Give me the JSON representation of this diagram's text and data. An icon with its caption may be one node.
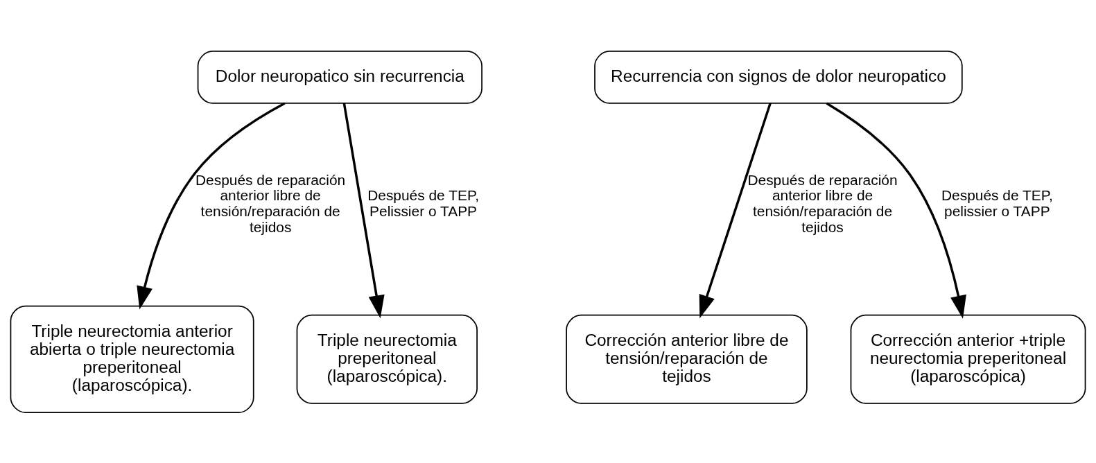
{
  "diagram": {
    "nodes": [
      {
        "text": [
          "Dolor neuropatico sin recurrencia"
        ]
      },
      {
        "text": [
          "Recurrencia con signos de dolor neuropatico"
        ]
      },
      {
        "text": [
          "Triple neurectomia anterior abierta o triple neurectomia preperitoneal (laparoscópica)."
        ]
      },
      {
        "text": [
          "Triple neurectomia preperitoneal (laparoscópica)."
        ]
      },
      {
        "text": [
          "Corrección anterior libre de tensión/reparación de tejidos"
        ]
      },
      {
        "text": [
          "Corrección anterior +triple neurectomia preperitoneal (laparoscópica)"
        ]
      }
    ],
    "edges": [
      {
        "from": 0,
        "to": 2,
        "arrow": "to",
        "label": "Después de reparación anterior libre de tensión/reparación de tejidos"
      },
      {
        "from": 0,
        "to": 3,
        "arrow": "to",
        "label": "Después de TEP, Pelissier o TAPP"
      },
      {
        "from": 1,
        "to": 4,
        "arrow": "to",
        "label": "Después de reparación anterior libre de tensión/reparación de tejidos"
      },
      {
        "from": 1,
        "to": 5,
        "arrow": "to",
        "label": "Después de TEP, pelissier o TAPP"
      }
    ]
  }
}
